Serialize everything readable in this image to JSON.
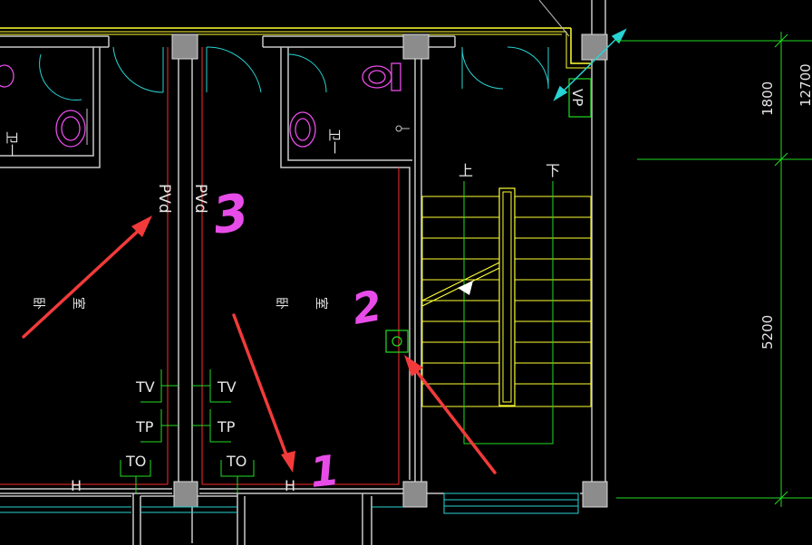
{
  "drawing": {
    "rooms": {
      "bathroom_label_left": "卫一",
      "bathroom_label_right": "卫一",
      "bedroom_label_left_1": "卧",
      "bedroom_label_left_2": "室",
      "bedroom_label_right_1": "卧",
      "bedroom_label_right_2": "室"
    },
    "stair": {
      "up_label": "上",
      "down_label": "下"
    },
    "pipes": {
      "left": "PVd",
      "right": "PVd",
      "shaft": "VP"
    },
    "outlets": {
      "tv": "TV",
      "tp": "TP",
      "to": "TO",
      "h": "H"
    },
    "dimensions": {
      "upper": "1800",
      "lower": "5200",
      "top_cut": "12700"
    },
    "annotations": {
      "n1": "1",
      "n2": "2",
      "n3": "3"
    },
    "colors": {
      "background": "#000000",
      "wall": "#c8c8c8",
      "column": "#8c8c8c",
      "red_line": "#ff2b2b",
      "cyan": "#27d3d3",
      "yellow": "#ffff33",
      "green": "#22dd22",
      "magenta": "#e84ce8",
      "arrow": "#f23a3a"
    }
  }
}
